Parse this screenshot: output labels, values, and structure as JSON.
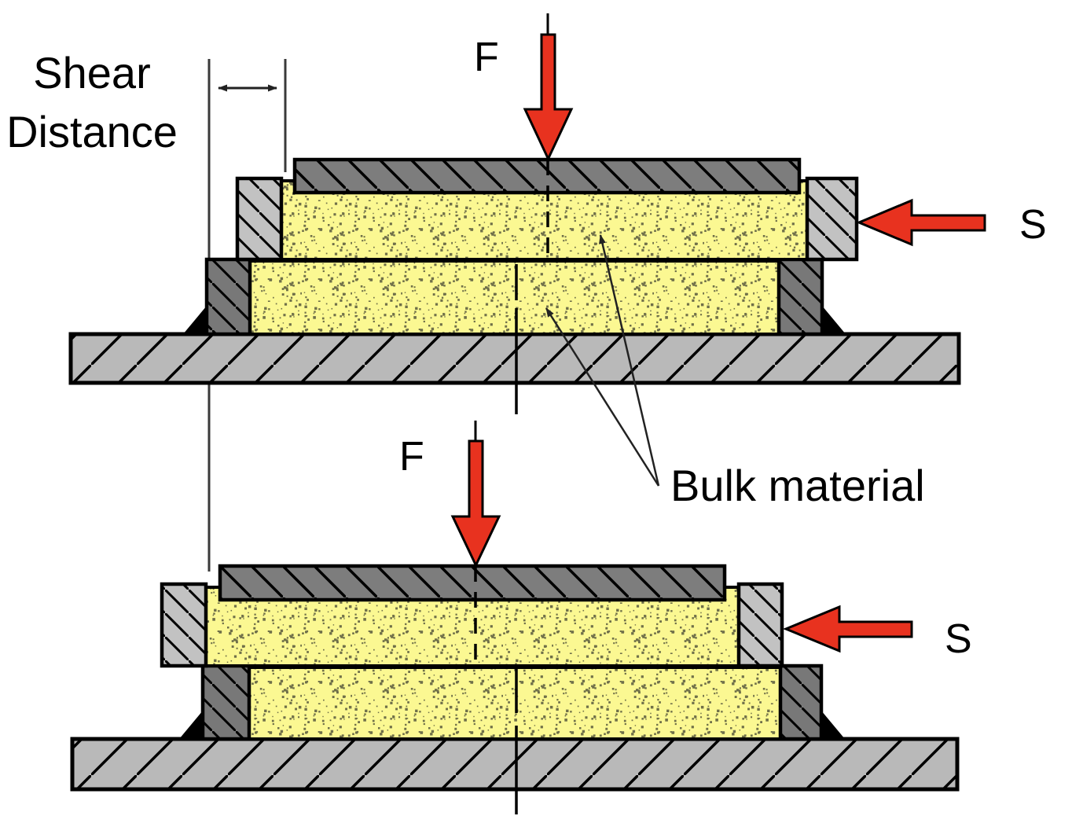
{
  "labels": {
    "shear_distance_line1": "Shear",
    "shear_distance_line2": "Distance",
    "bulk_material": "Bulk material"
  },
  "top_diagram": {
    "normal_force": "F",
    "shear_force": "S"
  },
  "bottom_diagram": {
    "normal_force": "F",
    "shear_force": "S"
  },
  "colors": {
    "force_arrow_red": "#e8321f",
    "bulk_yellow": "#fbf892",
    "speckle_olive": "#6f6f49",
    "lid_gray": "#7d7d7d",
    "ring_dark_gray": "#787878",
    "ring_light_gray": "#c2c2c2",
    "base_gray": "#b9b9b9",
    "outline": "#000000",
    "annotation_line": "#3a3a3a"
  }
}
